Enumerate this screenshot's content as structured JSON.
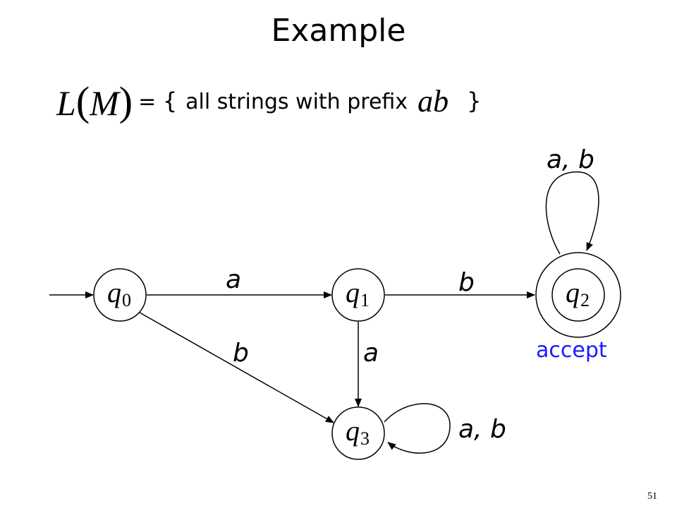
{
  "slide": {
    "title": "Example",
    "language": {
      "lhs_name": "L",
      "lhs_arg": "M",
      "open_brace": "{",
      "description": "all strings with prefix",
      "prefix": "ab",
      "close_brace": "}",
      "equals": "="
    },
    "page_number": "51"
  },
  "automaton": {
    "states": [
      {
        "id": "q0",
        "symbol": "q",
        "index": "0",
        "initial": true,
        "accepting": false
      },
      {
        "id": "q1",
        "symbol": "q",
        "index": "1",
        "initial": false,
        "accepting": false
      },
      {
        "id": "q2",
        "symbol": "q",
        "index": "2",
        "initial": false,
        "accepting": true
      },
      {
        "id": "q3",
        "symbol": "q",
        "index": "3",
        "initial": false,
        "accepting": false
      }
    ],
    "transitions": [
      {
        "from": "q0",
        "to": "q1",
        "label": "a"
      },
      {
        "from": "q1",
        "to": "q2",
        "label": "b"
      },
      {
        "from": "q0",
        "to": "q3",
        "label": "b"
      },
      {
        "from": "q1",
        "to": "q3",
        "label": "a"
      },
      {
        "from": "q2",
        "to": "q2",
        "label": "a, b"
      },
      {
        "from": "q3",
        "to": "q3",
        "label": "a, b"
      }
    ],
    "accept_label": "accept",
    "accept_color": "#1a1aff"
  }
}
